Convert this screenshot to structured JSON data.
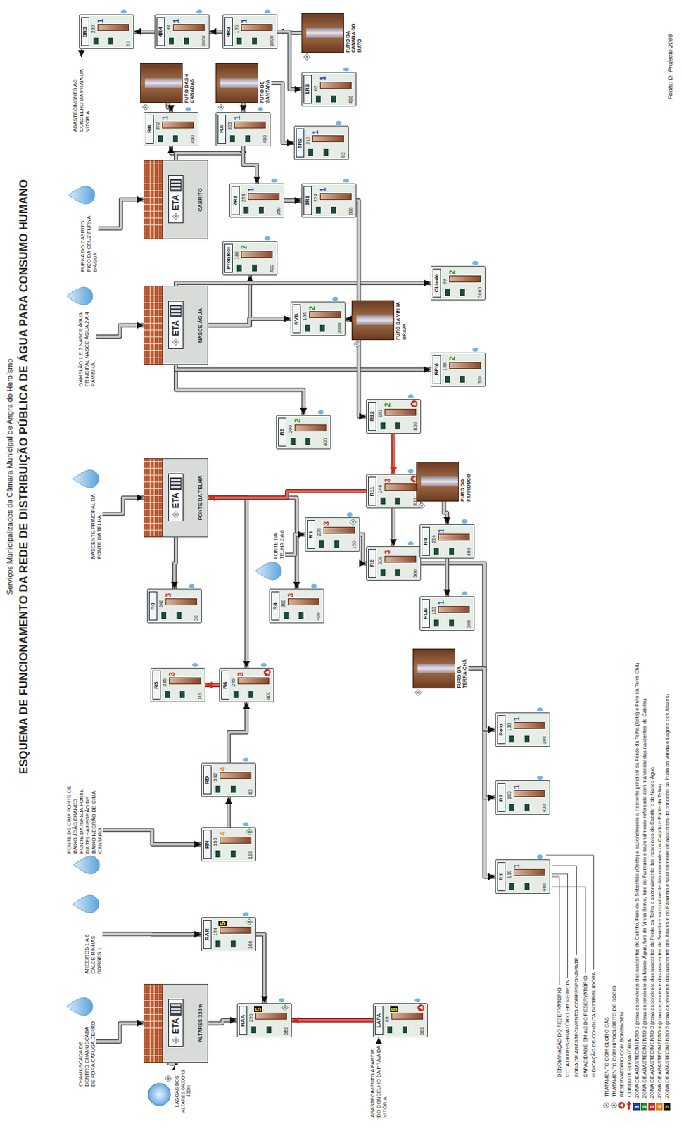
{
  "diagram": {
    "title": "ESQUEMA DE FUNCIONAMENTO DA REDE DE DISTRIBUIÇÃO PÚBLICA DE ÁGUA PARA CONSUMO HUMANO",
    "nodes": [
      {
        "text": [
          "LAGOAS DOS ALTARES 64000m3 400m"
        ]
      },
      {
        "text": [
          "CHAMUSCADA DE DENTRO CHAMUSCADA DE FORA CAFUGA CERRO"
        ]
      },
      {
        "text": [
          "ETA",
          "ALTARES 330m"
        ]
      },
      {
        "text": [
          "AREEIROS 1 A 6 CALDEIRINHAS BORGES 1"
        ]
      },
      {
        "text": [
          "RAR",
          "194",
          "5",
          "160"
        ]
      },
      {
        "text": [
          "RAA",
          "220",
          "5",
          "350"
        ]
      },
      {
        "text": [
          "LAPA",
          "88",
          "5",
          "300"
        ]
      },
      {
        "text": [
          "FONTE DE CIMA FONTE DE BAIXO JOÃO BRANCO FONTE DA IGREJA FONTE DA TELHA NEGRÃO DE BAIXO NEGRÃO DE CIMA CANTARIA"
        ]
      },
      {
        "text": [
          "RN",
          "350",
          "4",
          "100"
        ]
      },
      {
        "text": [
          "RD",
          "332",
          "4",
          "63"
        ]
      },
      {
        "text": [
          "R5",
          "335",
          "3",
          "100"
        ]
      },
      {
        "text": [
          "R6",
          "295",
          "3",
          "400"
        ]
      },
      {
        "text": [
          "R0",
          "246",
          "3",
          "30"
        ]
      },
      {
        "text": [
          "R4",
          "260",
          "3",
          "400"
        ]
      },
      {
        "text": [
          "NASCENTE PRINCIPAL DA FONTE DA TELHA"
        ]
      },
      {
        "text": [
          "ETA",
          "FONTE DA TELHA"
        ]
      },
      {
        "text": [
          "FONTE DA TELHA 2 A 6"
        ]
      },
      {
        "text": [
          "R1",
          "270",
          "3",
          "150"
        ]
      },
      {
        "text": [
          "R2",
          "209",
          "3",
          "500"
        ]
      },
      {
        "text": [
          "R11",
          "246",
          "3",
          "830"
        ]
      },
      {
        "text": [
          "R9",
          "200",
          "2",
          "400"
        ]
      },
      {
        "text": [
          "R12",
          "193",
          "2",
          "830"
        ]
      },
      {
        "text": [
          "GAMELÃO 1 E 2 NASCE ÁGUA PRINCIPAL NASCE ÁGUA 2 A 4 RAMINHA"
        ]
      },
      {
        "text": [
          "ETA",
          "NASCE ÁGUA"
        ]
      },
      {
        "text": [
          "Pronicol",
          "188",
          "2",
          "400"
        ]
      },
      {
        "text": [
          "RVB",
          "164",
          "2",
          "2000"
        ]
      },
      {
        "text": [
          "FURO DA VINHA BRAVA"
        ]
      },
      {
        "text": [
          "RPM",
          "138",
          "2",
          "300"
        ]
      },
      {
        "text": [
          "Cidade",
          "99",
          "2",
          "5000"
        ]
      },
      {
        "text": [
          "R3",
          "160",
          "1",
          "400"
        ]
      },
      {
        "text": [
          "R7",
          "103",
          "1",
          "400"
        ]
      },
      {
        "text": [
          "Rolo",
          "130",
          "1",
          "300"
        ]
      },
      {
        "text": [
          "FURO DA TERRA-CHÃ"
        ]
      },
      {
        "text": [
          "RLB",
          "130",
          "1",
          "300"
        ]
      },
      {
        "text": [
          "R8",
          "204",
          "1",
          "400"
        ]
      },
      {
        "text": [
          "FURO DO FARROUCO"
        ]
      },
      {
        "text": [
          "FURNA DO CABRITO PICO DA CRUZ FURNA D'ÁGUA"
        ]
      },
      {
        "text": [
          "ETA",
          "CABRITO"
        ]
      },
      {
        "text": [
          "RA",
          "353",
          "1",
          "400"
        ]
      },
      {
        "text": [
          "RB",
          "372",
          "1",
          "400"
        ]
      },
      {
        "text": [
          "FURO DAS 4 CANADAS"
        ]
      },
      {
        "text": [
          "FURO DE SANTANA"
        ]
      },
      {
        "text": [
          "7R1",
          "294",
          "1",
          "250"
        ]
      },
      {
        "text": [
          "5R1",
          "224",
          "1",
          "600"
        ]
      },
      {
        "text": [
          "5R2",
          "217",
          "1",
          "63"
        ]
      },
      {
        "text": [
          "1R3",
          "62",
          "1",
          "400"
        ]
      },
      {
        "text": [
          "4R3",
          "195",
          "1",
          "1000"
        ]
      },
      {
        "text": [
          "FURO DA CANADA DO MATO"
        ]
      },
      {
        "text": [
          "4R4",
          "198",
          "1",
          "1000"
        ]
      },
      {
        "text": [
          "5R3",
          "220",
          "1",
          "63"
        ]
      }
    ],
    "edges": [
      {
        "from": 1,
        "to": 2,
        "arrow": "to"
      },
      {
        "from": 0,
        "to": 2,
        "arrow": "to"
      },
      {
        "from": 2,
        "to": 5,
        "arrow": "to"
      },
      {
        "from": 3,
        "to": 4,
        "arrow": "to"
      },
      {
        "from": 4,
        "to": 5,
        "arrow": "to"
      },
      {
        "from": 6,
        "to": 5,
        "arrow": "to"
      },
      {
        "from": 7,
        "to": 8,
        "arrow": "to"
      },
      {
        "from": 8,
        "to": 9,
        "arrow": "to"
      },
      {
        "from": 9,
        "to": 11,
        "arrow": "to"
      },
      {
        "from": 11,
        "to": 10,
        "arrow": "to"
      },
      {
        "from": 15,
        "to": 11,
        "arrow": "to"
      },
      {
        "from": 15,
        "to": 12,
        "arrow": "to"
      },
      {
        "from": 15,
        "to": 13,
        "arrow": "to"
      },
      {
        "from": 14,
        "to": 15,
        "arrow": "to"
      },
      {
        "from": 16,
        "to": 17,
        "arrow": "to"
      },
      {
        "from": 17,
        "to": 18,
        "arrow": "to"
      },
      {
        "from": 19,
        "to": 15,
        "arrow": "to"
      },
      {
        "from": 19,
        "to": 18,
        "arrow": "to"
      },
      {
        "from": 21,
        "to": 19,
        "arrow": "to"
      },
      {
        "from": 18,
        "to": 29,
        "arrow": "to"
      },
      {
        "from": 18,
        "to": 30,
        "arrow": "to"
      },
      {
        "from": 18,
        "to": 31,
        "arrow": "to"
      },
      {
        "from": 32,
        "to": 31,
        "arrow": "to"
      },
      {
        "from": 34,
        "to": 33,
        "arrow": "to"
      },
      {
        "from": 35,
        "to": 34,
        "arrow": "to"
      },
      {
        "from": 22,
        "to": 23,
        "arrow": "to"
      },
      {
        "from": 23,
        "to": 24,
        "arrow": "to"
      },
      {
        "from": 23,
        "to": 20,
        "arrow": "to"
      },
      {
        "from": 23,
        "to": 25,
        "arrow": "to"
      },
      {
        "from": 26,
        "to": 25,
        "arrow": "to"
      },
      {
        "from": 23,
        "to": 27,
        "arrow": "to"
      },
      {
        "from": 23,
        "to": 28,
        "arrow": "to"
      },
      {
        "from": 36,
        "to": 37,
        "arrow": "to"
      },
      {
        "from": 37,
        "to": 39,
        "arrow": "to"
      },
      {
        "from": 37,
        "to": 38,
        "arrow": "to"
      },
      {
        "from": 40,
        "to": 39,
        "arrow": "to"
      },
      {
        "from": 41,
        "to": 38,
        "arrow": "to"
      },
      {
        "from": 38,
        "to": 42,
        "arrow": "to"
      },
      {
        "from": 42,
        "to": 43,
        "arrow": "to"
      },
      {
        "from": 41,
        "to": 44,
        "arrow": "to"
      },
      {
        "from": 47,
        "to": 46,
        "arrow": "to"
      },
      {
        "from": 46,
        "to": 48,
        "arrow": "to"
      },
      {
        "from": 46,
        "to": 45,
        "arrow": "to"
      },
      {
        "from": 48,
        "to": 49,
        "arrow": "to"
      },
      {
        "from": 43,
        "to": 21,
        "arrow": "to"
      }
    ],
    "labels": [
      "Serviços Municipalizados da Câmara Municipal de Angra do Heroísmo",
      "ABASTECIMENTO AO CONCELHO DA PRAIA DA VITÓRIA",
      "ABASTECIMENTO A PARTIR DO CONCELHO DA PRAIA DA VITÓRIA",
      "DENOMINAÇÃO DO RESERVATÓRIO",
      "COTA DO RESERVATÓRIO EM METROS",
      "ZONA DE ABASTECIMENTO CORRESPONDENTE",
      "CAPACIDADE EM m3 DO RESERVATÓRIO",
      "INDICAÇÃO DE CONDUTA DISTRIBUIDORA",
      "Fonte: D. Projecto 2008",
      "1",
      "2",
      "3",
      "4",
      "5"
    ],
    "legend": [
      {
        "text": "TRATAMENTO COM CLORO GÁS"
      },
      {
        "text": "TRATAMENTO COM HIPOCLORITO DE SÓDIO"
      },
      {
        "text": "RESERVATÓRIO COM BOMBAGEM"
      },
      {
        "text": "CONDUTA ELEVATÓRIA"
      },
      {
        "text": "-ZONA DE ABASTECIMENTO 1 (zona dependente das nascentes do Cabrito, Furo de S.Sebastião (Oeste) e sazonalmente a nascente principal da Fonte da Telha (Este) e Furo da Terra Chã)",
        "color": "#1f3fae"
      },
      {
        "text": "-ZONA DE ABASTECIMENTO 2 (zona dependente da Nasce Água, furo da Vinha Brava, furo do Farrouco e sazonalmente reforçado com manancial das nascentes do Cabrito)",
        "color": "#2e8b2e"
      },
      {
        "text": "-ZONA DE ABASTECIMENTO 3 (zona dependente das nascentes da Fonte da Telha e sazonalmente das nascentes do Cabrito e da Nasce Água",
        "color": "#c8322a"
      },
      {
        "text": "-ZONA DE ABASTECIMENTO 4 (zona dependente das nascentes da Serreta e sazonalmente das nascentes do Cabrito e Fonte da Telha)",
        "color": "#e0861a"
      },
      {
        "text": "-ZONA DE ABASTECIMENTO 5 (zona dependente das nascentes dos Altares e do Raminho e sazonalmente de nascentes do concelho da Praia da Vitória e Lagoas dos Altares)",
        "color": "#111111"
      }
    ]
  }
}
